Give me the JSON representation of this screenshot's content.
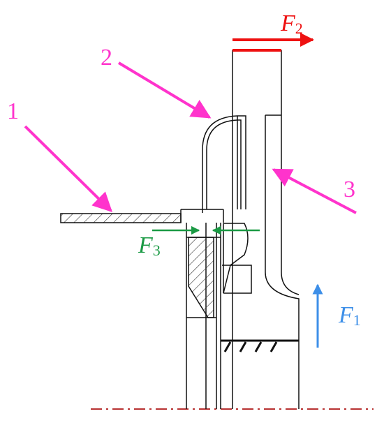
{
  "labels": {
    "part_1": "1",
    "part_2": "2",
    "part_3": "3",
    "force_1": {
      "symbol": "F",
      "sub": "1"
    },
    "force_2": {
      "symbol": "F",
      "sub": "2"
    },
    "force_3": {
      "symbol": "F",
      "sub": "3"
    }
  },
  "colors": {
    "pointer": "#ff33cc",
    "force_1": "#3d8fe8",
    "force_2": "#ee1111",
    "force_3": "#1a9a44",
    "centerline": "#b83232",
    "outline": "#111111"
  }
}
